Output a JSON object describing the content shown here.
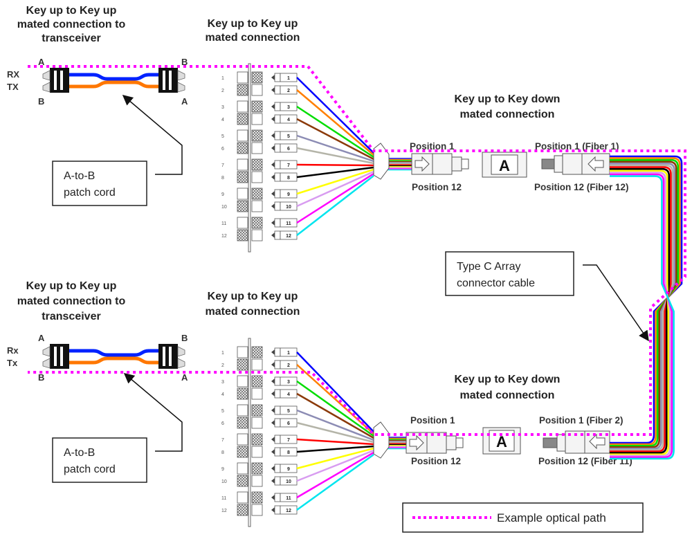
{
  "sections": {
    "top": {
      "transceiver_title": [
        "Key up to Key up",
        "mated connection to",
        "transceiver"
      ],
      "panel_title": [
        "Key up to Key up",
        "mated connection"
      ],
      "keydown_title": [
        "Key up to Key down",
        "mated connection"
      ],
      "rx_label": "RX",
      "tx_label": "TX",
      "left_top_end": "A",
      "left_bottom_end": "B",
      "right_top_end": "B",
      "right_bottom_end": "A",
      "callout": [
        "A-to-B",
        "patch cord"
      ],
      "left_pos_top": "Position 1",
      "left_pos_bottom": "Position 12",
      "adapter_label": "A",
      "right_pos_top": "Position 1 (Fiber 1)",
      "right_pos_bottom": "Position 12 (Fiber 12)"
    },
    "bottom": {
      "transceiver_title": [
        "Key up to Key up",
        "mated connection to",
        "transceiver"
      ],
      "panel_title": [
        "Key up to Key up",
        "mated connection"
      ],
      "keydown_title": [
        "Key up to Key down",
        "mated connection"
      ],
      "rx_label": "Rx",
      "tx_label": "Tx",
      "left_top_end": "A",
      "left_bottom_end": "B",
      "right_top_end": "B",
      "right_bottom_end": "A",
      "callout": [
        "A-to-B",
        "patch cord"
      ],
      "left_pos_top": "Position 1",
      "left_pos_bottom": "Position 12",
      "adapter_label": "A",
      "right_pos_top": "Position 1 (Fiber 2)",
      "right_pos_bottom": "Position 12 (Fiber 11)"
    }
  },
  "array_cable_callout": [
    "Type C Array",
    "connector cable"
  ],
  "legend": {
    "label": "Example optical path",
    "color": "#ff00ff"
  },
  "fiber_numbers": [
    "1",
    "2",
    "3",
    "4",
    "5",
    "6",
    "7",
    "8",
    "9",
    "10",
    "11",
    "12"
  ],
  "fiber_colors": [
    "#0000ff",
    "#ff7f00",
    "#00dd00",
    "#8b3a0a",
    "#8c8cb4",
    "#b4b4a8",
    "#ff0000",
    "#000000",
    "#ffff00",
    "#d89cf0",
    "#ff00ff",
    "#00e5ee"
  ],
  "patch_cord_colors": {
    "rx": "#0022ff",
    "tx": "#ff7700"
  },
  "path_color": "#ff00ff"
}
